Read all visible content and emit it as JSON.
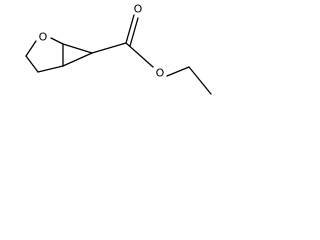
{
  "molecule": {
    "atoms": [
      {
        "id": "ring-oxygen",
        "label": "O"
      },
      {
        "id": "carbonyl-oxygen",
        "label": "O"
      },
      {
        "id": "ester-oxygen",
        "label": "O"
      }
    ],
    "colors": {
      "bond": "#000000",
      "label": "#000000",
      "background": "#ffffff"
    }
  }
}
